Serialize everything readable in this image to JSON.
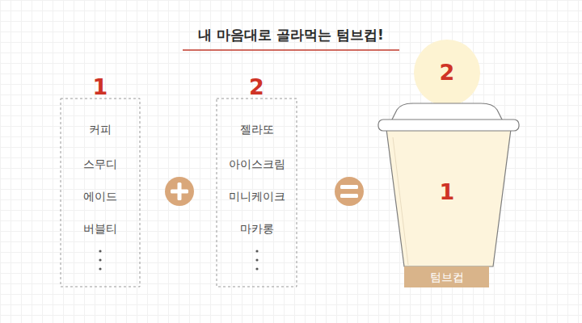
{
  "diagram": {
    "title": "내 마음대로 골라먹는 텀브컵!",
    "nodes": [
      {
        "text": [
          "1",
          "커피",
          "스무디",
          "에이드",
          "버블티"
        ]
      },
      {
        "text": [
          "2",
          "젤라또",
          "아이스크림",
          "미니케이크",
          "마카롱"
        ]
      },
      {
        "text": [
          "2"
        ]
      },
      {
        "text": [
          "1"
        ]
      },
      {
        "text": [
          "텀브컵"
        ]
      }
    ]
  }
}
